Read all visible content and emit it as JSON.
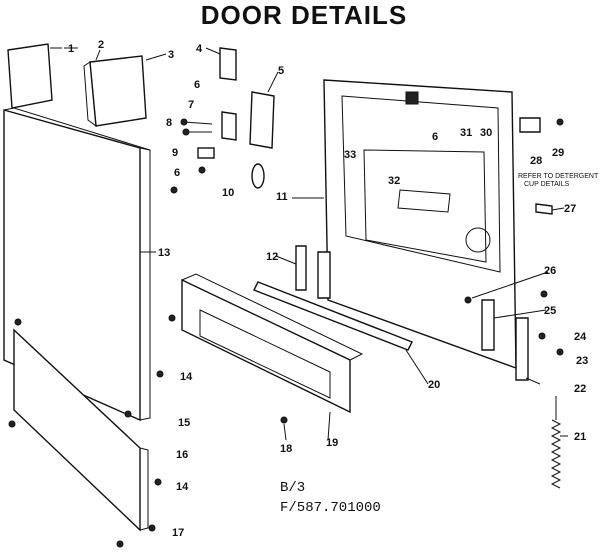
{
  "title": "DOOR DETAILS",
  "ref_code_1": "B/3",
  "ref_code_2": "F/587.701000",
  "note": "REFER TO DETERGENT CUP DETAILS",
  "callouts": [
    "1",
    "2",
    "3",
    "4",
    "5",
    "6",
    "6",
    "6",
    "7",
    "8",
    "9",
    "10",
    "11",
    "12",
    "13",
    "14",
    "14",
    "15",
    "16",
    "17",
    "18",
    "19",
    "20",
    "21",
    "22",
    "23",
    "24",
    "25",
    "26",
    "27",
    "28",
    "29",
    "30",
    "31",
    "32",
    "33"
  ]
}
